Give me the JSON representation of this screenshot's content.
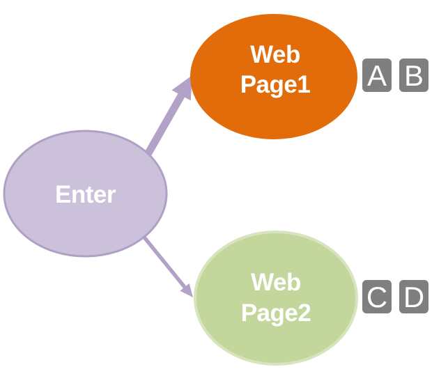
{
  "diagram": {
    "background": "#FFFFFF",
    "text_color": "#FFFFFF",
    "arrow_color": "#B2A2C8",
    "nodes": {
      "enter": {
        "label": "Enter",
        "fill": "#CCC1DA",
        "border": "#AFA0C6"
      },
      "page1": {
        "line1": "Web",
        "line2": "Page1",
        "fill": "#E26B0A",
        "border": "#E26B0A"
      },
      "page2": {
        "line1": "Web",
        "line2": "Page2",
        "fill": "#C3D69B",
        "border": "#D8E4BE"
      }
    },
    "badges": {
      "color": "#7F7F7F",
      "a": "A",
      "b": "B",
      "c": "C",
      "d": "D"
    },
    "arrows": {
      "enter_to_page1": {
        "from": "Enter",
        "to": "Web Page1",
        "style": "thick"
      },
      "enter_to_page2": {
        "from": "Enter",
        "to": "Web Page2",
        "style": "thin"
      }
    }
  }
}
